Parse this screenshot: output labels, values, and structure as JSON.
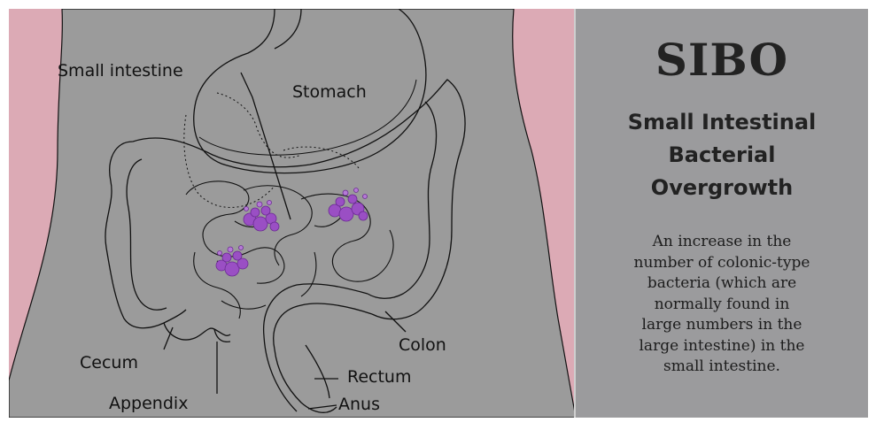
{
  "diagram": {
    "labels": {
      "small_intestine": "Small intestine",
      "stomach": "Stomach",
      "colon": "Colon",
      "cecum": "Cecum",
      "rectum": "Rectum",
      "appendix": "Appendix",
      "anus": "Anus"
    },
    "colors": {
      "body": "#9b9b9b",
      "skin_background": "#dcaab5",
      "outline": "#111111",
      "bacteria": "#9a4fc4"
    }
  },
  "panel": {
    "title": "SIBO",
    "subtitle_lines": [
      "Small Intestinal",
      "Bacterial",
      "Overgrowth"
    ],
    "description_lines": [
      "An increase in the",
      "number of colonic-type",
      "bacteria (which are",
      "normally found in",
      "large numbers in the",
      "large intestine) in the",
      "small intestine."
    ]
  }
}
